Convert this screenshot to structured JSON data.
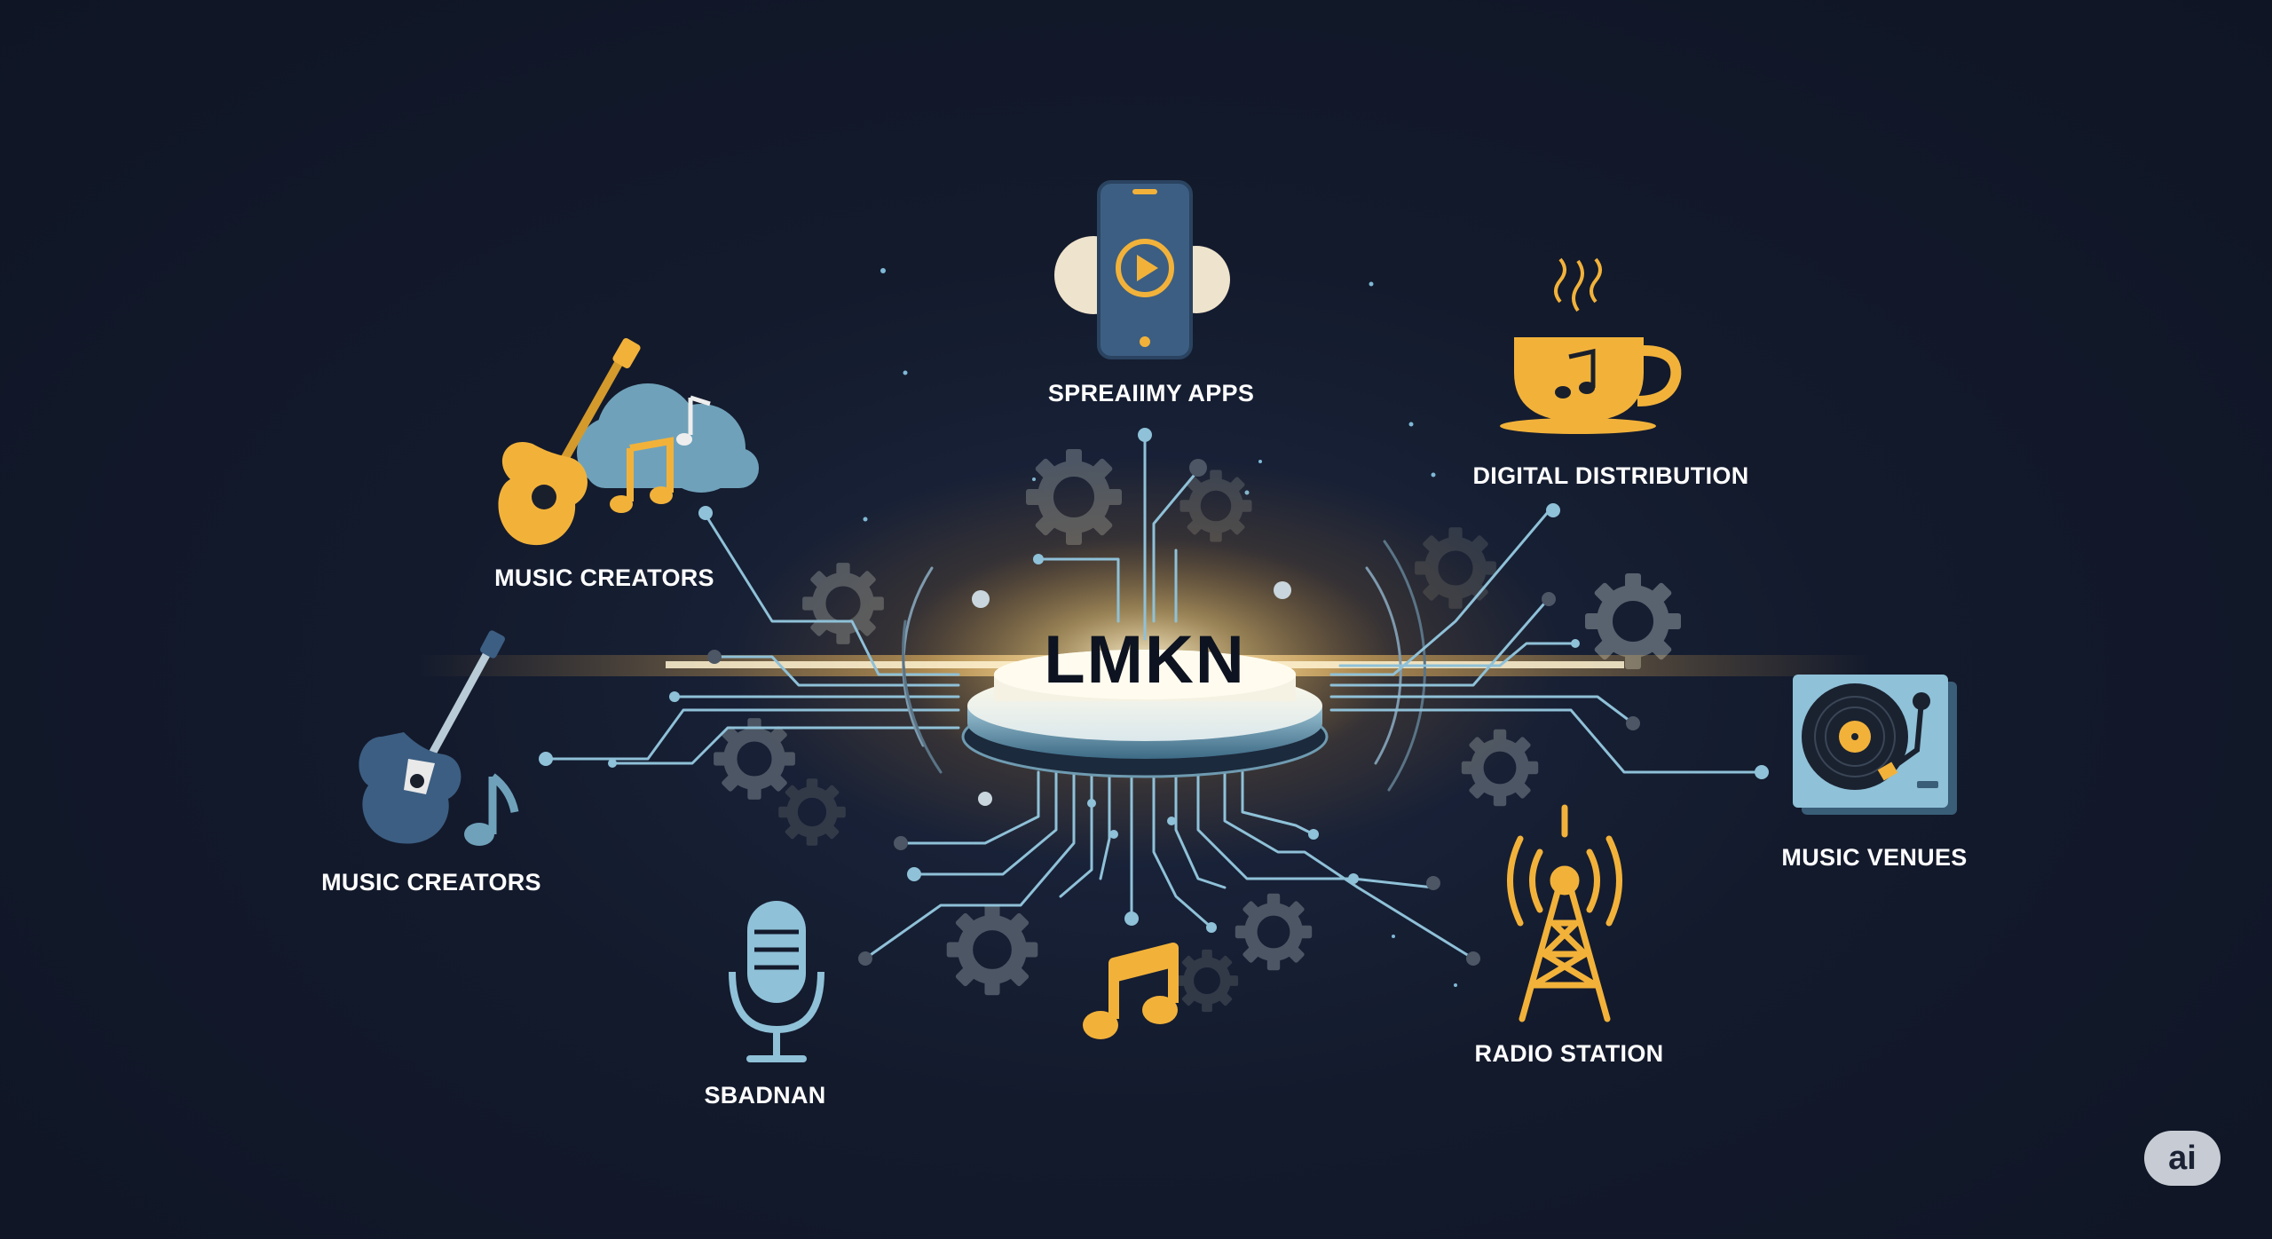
{
  "hub": {
    "label": "LMKN"
  },
  "nodes": {
    "streaming": {
      "label": "SPREAIIMY APPS",
      "icon": "phone-play-icon"
    },
    "distribution": {
      "label": "DIGITAL DISTRIBUTION",
      "icon": "coffee-cup-icon"
    },
    "creators_top": {
      "label": "MUSIC CREATORS",
      "icon": "guitar-cloud-icon"
    },
    "creators_left": {
      "label": "MUSIC CREATORS",
      "icon": "electric-guitar-icon"
    },
    "venues": {
      "label": "MUSIC VENUES",
      "icon": "turntable-icon"
    },
    "radio": {
      "label": "RADIO STATION",
      "icon": "radio-tower-icon"
    },
    "podcast": {
      "label": "SBADNAN",
      "icon": "microphone-icon"
    },
    "music_note": {
      "icon": "music-note-icon"
    }
  },
  "badge": {
    "label": "ai"
  },
  "colors": {
    "background": "#131a2c",
    "accent_gold": "#f2b23a",
    "circuit_blue": "#8fc1d8",
    "gear_gray": "#4c5664",
    "hub_glow": "#ffd58a"
  }
}
